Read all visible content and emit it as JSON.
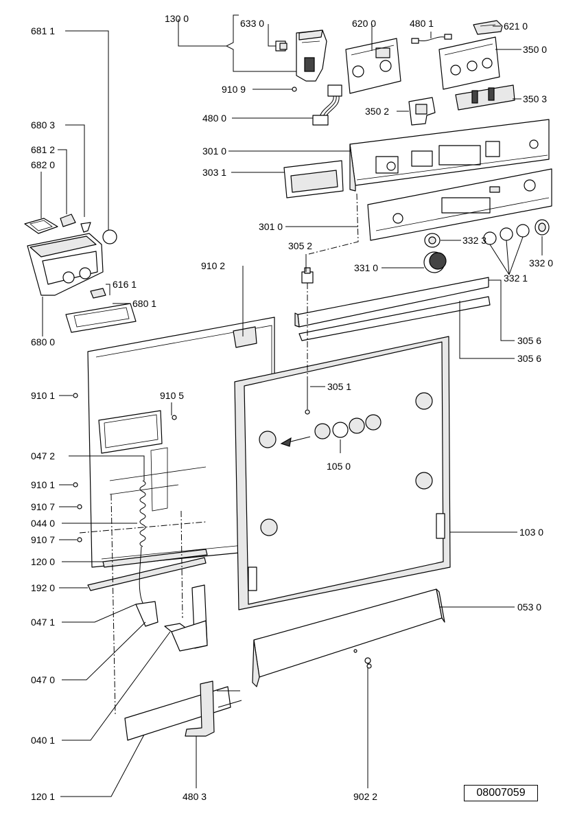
{
  "document_number": "08007059",
  "parts": [
    {
      "id": "681",
      "label": "681 1"
    },
    {
      "id": "130",
      "label": "130 0"
    },
    {
      "id": "633",
      "label": "633 0"
    },
    {
      "id": "620",
      "label": "620 0"
    },
    {
      "id": "4801",
      "label": "480 1"
    },
    {
      "id": "621",
      "label": "621 0"
    },
    {
      "id": "3500",
      "label": "350 0"
    },
    {
      "id": "9109",
      "label": "910 9"
    },
    {
      "id": "3503",
      "label": "350 3"
    },
    {
      "id": "4800",
      "label": "480 0"
    },
    {
      "id": "3502",
      "label": "350 2"
    },
    {
      "id": "6803",
      "label": "680 3"
    },
    {
      "id": "3010a",
      "label": "301 0"
    },
    {
      "id": "6812",
      "label": "681 2"
    },
    {
      "id": "6820",
      "label": "682 0"
    },
    {
      "id": "3031",
      "label": "303 1"
    },
    {
      "id": "3010b",
      "label": "301 0"
    },
    {
      "id": "3052",
      "label": "305 2"
    },
    {
      "id": "3323",
      "label": "332 3"
    },
    {
      "id": "3320",
      "label": "332 0"
    },
    {
      "id": "3310",
      "label": "331 0"
    },
    {
      "id": "3321",
      "label": "332 1"
    },
    {
      "id": "9102",
      "label": "910 2"
    },
    {
      "id": "6161",
      "label": "616 1"
    },
    {
      "id": "6801",
      "label": "680 1"
    },
    {
      "id": "6800",
      "label": "680 0"
    },
    {
      "id": "3056a",
      "label": "305 6"
    },
    {
      "id": "3056b",
      "label": "305 6"
    },
    {
      "id": "9101a",
      "label": "910 1"
    },
    {
      "id": "9105",
      "label": "910 5"
    },
    {
      "id": "3051",
      "label": "305 1"
    },
    {
      "id": "0472",
      "label": "047 2"
    },
    {
      "id": "1050",
      "label": "105 0"
    },
    {
      "id": "9101b",
      "label": "910 1"
    },
    {
      "id": "9107a",
      "label": "910 7"
    },
    {
      "id": "0440",
      "label": "044 0"
    },
    {
      "id": "9107b",
      "label": "910 7"
    },
    {
      "id": "1030",
      "label": "103 0"
    },
    {
      "id": "1200",
      "label": "120 0"
    },
    {
      "id": "1920",
      "label": "192 0"
    },
    {
      "id": "0530",
      "label": "053 0"
    },
    {
      "id": "0471",
      "label": "047 1"
    },
    {
      "id": "0470",
      "label": "047 0"
    },
    {
      "id": "0401",
      "label": "040 1"
    },
    {
      "id": "1201",
      "label": "120 1"
    },
    {
      "id": "4803",
      "label": "480 3"
    },
    {
      "id": "9022",
      "label": "902 2"
    }
  ]
}
